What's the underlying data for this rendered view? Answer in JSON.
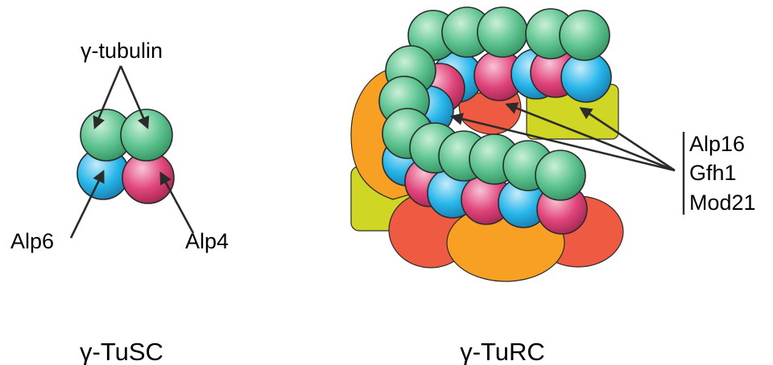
{
  "colors": {
    "gamma_tubulin": "#5dc38f",
    "alp6": "#27b6ea",
    "alp4": "#e0457b",
    "orange_protein": "#f7a024",
    "red_protein": "#ef5a42",
    "yellow_protein": "#cfd624"
  },
  "tusc": {
    "top_label": "γ-tubulin",
    "left_label": "Alp6",
    "right_label": "Alp4",
    "title": "γ-TuSC"
  },
  "turc": {
    "bracket_labels": [
      "Alp16",
      "Gfh1",
      "Mod21"
    ],
    "title": "γ-TuRC"
  }
}
